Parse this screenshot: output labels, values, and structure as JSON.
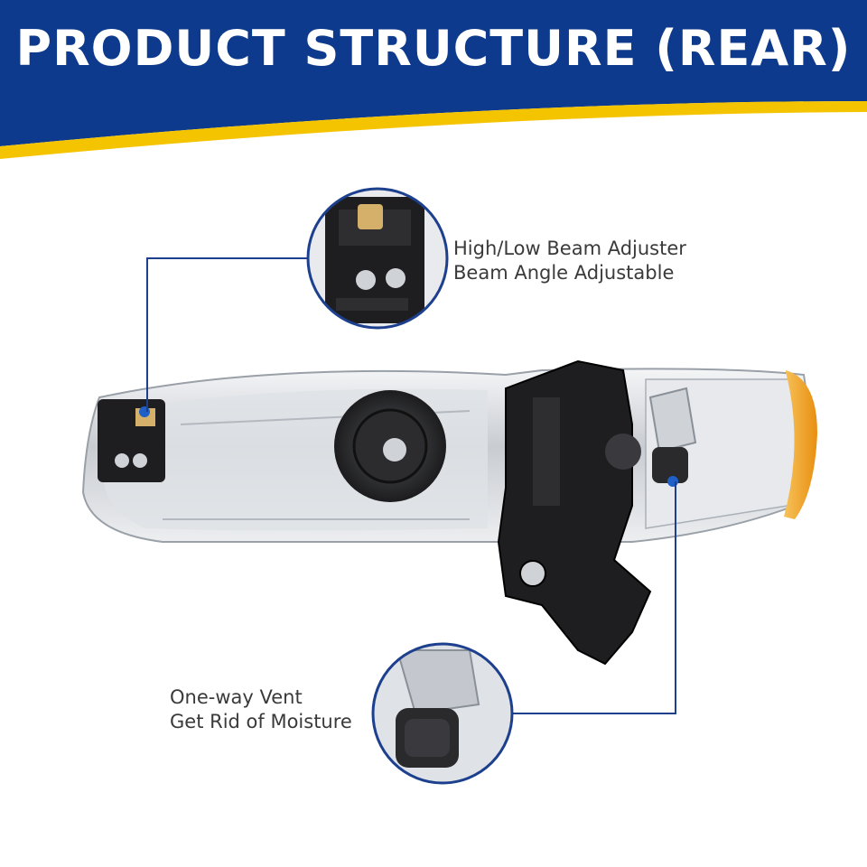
{
  "header": {
    "title": "PRODUCT STRUCTURE (REAR)",
    "background_color": "#0d3a8c",
    "stripe_color": "#f5c400"
  },
  "callouts": [
    {
      "line1": "High/Low Beam Adjuster",
      "line2": "Beam Angle Adjustable",
      "icon": "beam-adjuster-detail"
    },
    {
      "line1": "One-way Vent",
      "line2": "Get Rid of Moisture",
      "icon": "one-way-vent-detail"
    }
  ],
  "colors": {
    "callout_line": "#1c3f8e",
    "marker": "#1f5fc8",
    "housing_chrome": "#c9ccd1",
    "bracket_black": "#1e1e20",
    "amber": "#f0a020"
  }
}
